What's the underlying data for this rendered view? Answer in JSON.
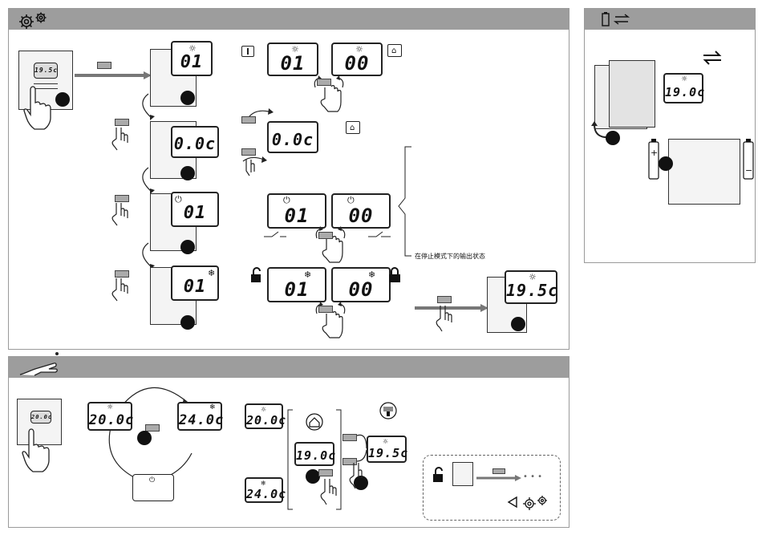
{
  "setup": {
    "displays": {
      "d1": "01",
      "d2": "01",
      "d3": "00",
      "d4": "0.0c",
      "d5": "0.0c",
      "d6": "01",
      "d7": "01",
      "d8": "00",
      "d9": "01",
      "d10": "01",
      "d11": "00",
      "d12": "19.5c"
    },
    "device_screen": "19.5c",
    "caption": "在停止模式下的输出状态"
  },
  "battery": {
    "display": "19.0c",
    "plus": "+",
    "minus": "−"
  },
  "usage": {
    "comfort": "20.0c",
    "eco": "24.0c",
    "current": "19.0c",
    "set": "19.5c",
    "small_comfort": "20.0c",
    "small_eco": "24.0c",
    "device_screen": "20.0c",
    "ellipsis": "• • •"
  },
  "icons": {
    "header1": "gear-icon",
    "header2": "battery-swap-icon",
    "header3": "hand-touch-icon",
    "sun": "☼",
    "power": "⏻",
    "snow": "❄",
    "plus": "+",
    "minus": "−"
  }
}
